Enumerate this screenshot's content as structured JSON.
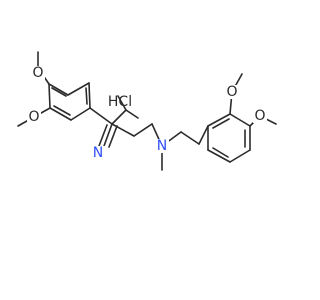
{
  "molecule": {
    "salt_label": "HCl",
    "atoms": {
      "methoxy_left_top": "O",
      "methoxy_left_bottom": "O",
      "methoxy_right_top": "O",
      "methoxy_right_bottom": "O",
      "amine_n": "N",
      "nitrile_n": "N"
    },
    "colors": {
      "bond": "#2b2b2b",
      "nitrogen": "#3050f8",
      "label": "#2b2b2b"
    }
  }
}
